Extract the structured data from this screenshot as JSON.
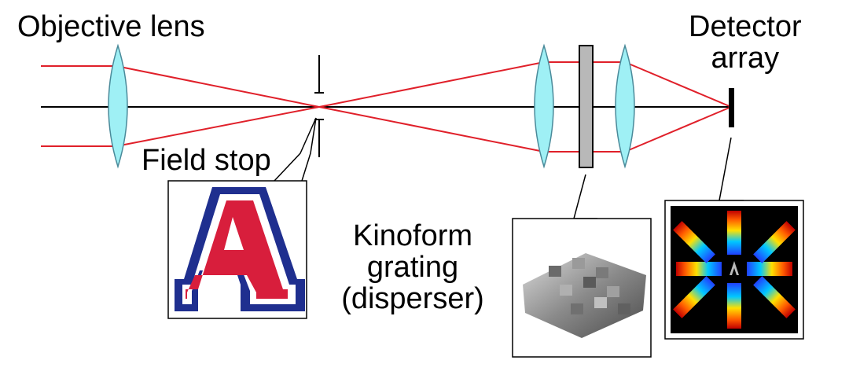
{
  "labels": {
    "objective_lens": "Objective lens",
    "detector_line1": "Detector",
    "detector_line2": "array",
    "field_stop": "Field stop",
    "kinoform_line1": "Kinoform",
    "kinoform_line2": "grating",
    "kinoform_line3": "(disperser)"
  },
  "colors": {
    "ray": "#e0202a",
    "axis": "#000000",
    "lens_fill": "#9ff0f5",
    "lens_stroke": "#4a8a9a",
    "grating_fill": "#b8b8b8",
    "logo_blue": "#1f2f8f",
    "logo_red": "#d81e3c"
  },
  "insets": [
    {
      "name": "field-stop-inset",
      "content": "logo-A"
    },
    {
      "name": "kinoform-inset",
      "content": "grating-surface"
    },
    {
      "name": "detector-inset",
      "content": "spectral-pattern"
    }
  ]
}
